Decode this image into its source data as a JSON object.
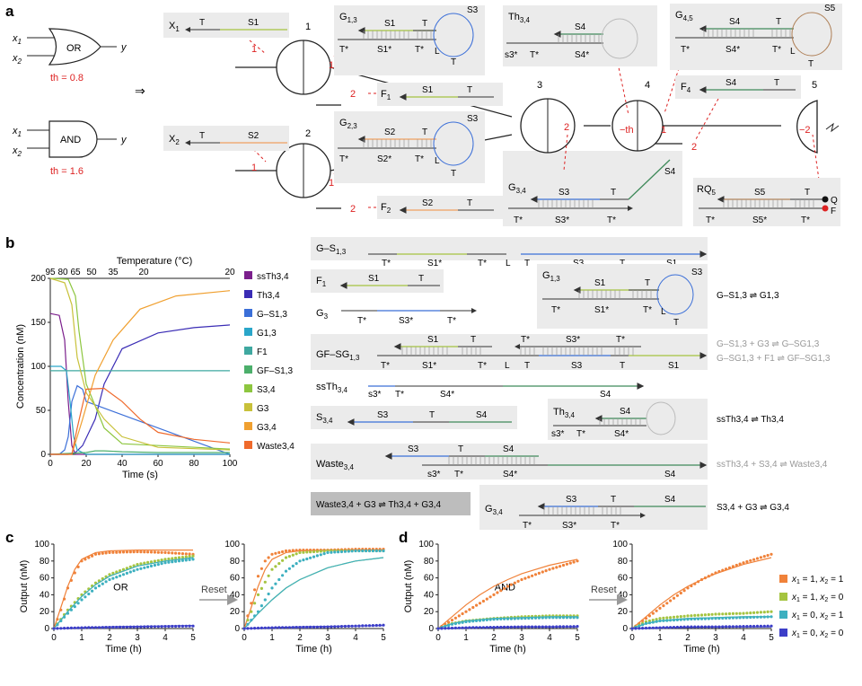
{
  "panels": {
    "a": "a",
    "b": "b",
    "c": "c",
    "d": "d"
  },
  "gates": {
    "x1": "x",
    "x1_sub": "1",
    "x2": "x",
    "x2_sub": "2",
    "y": "y",
    "or_label": "OR",
    "or_th": "th = 0.8",
    "and_label": "AND",
    "and_th": "th = 1.6",
    "arrow": "⇒"
  },
  "strands": {
    "X1": "X",
    "X1_sub": "1",
    "X2": "X",
    "X2_sub": "2",
    "F1": "F",
    "F1_sub": "1",
    "F2": "F",
    "F2_sub": "2",
    "F4": "F",
    "F4_sub": "4",
    "G13": "G",
    "G13_sub": "1,3",
    "G23": "G",
    "G23_sub": "2,3",
    "G45": "G",
    "G45_sub": "4,5",
    "Th34": "Th",
    "Th34_sub": "3,4",
    "G34": "G",
    "G34_sub": "3,4",
    "RQ5": "RQ",
    "RQ5_sub": "5",
    "T": "T",
    "Tstar": "T*",
    "L": "L",
    "s3star": "s3*",
    "S1": "S1",
    "S1star": "S1*",
    "S2": "S2",
    "S2star": "S2*",
    "S3": "S3",
    "S3star": "S3*",
    "S4": "S4",
    "S4star": "S4*",
    "S5": "S5",
    "S5star": "S5*",
    "Q": "Q",
    "F": "F"
  },
  "nodes": {
    "n1": "1",
    "n2": "2",
    "n3": "3",
    "n4": "4",
    "n5": "5",
    "w1": "1",
    "w2": "2",
    "wth": "−th",
    "w1b": "1",
    "w2b": "2",
    "wm2": "−2"
  },
  "panel_b_species": [
    {
      "label": "G–S",
      "sub": "1,3"
    },
    {
      "label": "F",
      "sub": "1"
    },
    {
      "label": "G",
      "sub": "3"
    },
    {
      "label": "G",
      "sub": "1,3"
    },
    {
      "label": "GF–SG",
      "sub": "1,3"
    },
    {
      "label": "ssTh",
      "sub": "3,4"
    },
    {
      "label": "S",
      "sub": "3,4"
    },
    {
      "label": "Th",
      "sub": "3,4"
    },
    {
      "label": "Waste",
      "sub": "3,4"
    },
    {
      "label": "G",
      "sub": "3,4"
    }
  ],
  "reactions": {
    "r1": "G–S1,3 ⇌ G1,3",
    "r2": "G–S1,3 + G3 ⇌ G–SG1,3",
    "r3": "G–SG1,3 + F1 ⇌ GF–SG1,3",
    "r4": "ssTh3,4 ⇌ Th3,4",
    "r5": "ssTh3,4 + S3,4 ⇌ Waste3,4",
    "r6": "S3,4 + G3 ⇌ G3,4",
    "r7": "Waste3,4 + G3 ⇌ Th3,4 + G3,4"
  },
  "chart_data": [
    {
      "type": "line",
      "id": "b",
      "title": "",
      "xlabel": "Time (s)",
      "ylabel": "Concentration (nM)",
      "top_axis_label": "Temperature (°C)",
      "top_ticks": [
        "95",
        "80",
        "65",
        "50",
        "35",
        "20",
        "20"
      ],
      "xlim": [
        0,
        100
      ],
      "ylim": [
        0,
        200
      ],
      "xticks": [
        0,
        20,
        40,
        60,
        80,
        100
      ],
      "yticks": [
        0,
        50,
        100,
        150,
        200
      ],
      "legend_position": "right",
      "series": [
        {
          "name": "ssTh3,4",
          "color": "#7b1f8c",
          "x": [
            0,
            5,
            8,
            10,
            12,
            14,
            100
          ],
          "y": [
            160,
            158,
            130,
            60,
            10,
            0,
            0
          ]
        },
        {
          "name": "Th3,4",
          "color": "#3a2cb5",
          "x": [
            0,
            10,
            14,
            18,
            25,
            30,
            40,
            60,
            80,
            100
          ],
          "y": [
            0,
            0,
            2,
            10,
            40,
            80,
            120,
            138,
            144,
            147
          ]
        },
        {
          "name": "G–S1,3",
          "color": "#3b6fd8",
          "x": [
            0,
            5,
            8,
            10,
            12,
            15,
            18,
            20,
            100
          ],
          "y": [
            0,
            0,
            5,
            20,
            60,
            78,
            74,
            60,
            0
          ]
        },
        {
          "name": "G1,3",
          "color": "#2aa6c9",
          "x": [
            0,
            6,
            9,
            11,
            13,
            15,
            20,
            100
          ],
          "y": [
            100,
            100,
            95,
            60,
            20,
            5,
            0,
            0
          ]
        },
        {
          "name": "F1",
          "color": "#3fa8a0",
          "x": [
            0,
            15,
            18,
            20,
            100
          ],
          "y": [
            95,
            95,
            95,
            95,
            95
          ]
        },
        {
          "name": "GF–S1,3",
          "color": "#4caf6b",
          "x": [
            0,
            20,
            25,
            30,
            40,
            60,
            100
          ],
          "y": [
            0,
            2,
            4,
            4,
            3,
            2,
            2
          ]
        },
        {
          "name": "S3,4",
          "color": "#8dc63f",
          "x": [
            0,
            10,
            14,
            16,
            20,
            30,
            40,
            100
          ],
          "y": [
            200,
            199,
            180,
            140,
            80,
            30,
            12,
            6
          ]
        },
        {
          "name": "G3",
          "color": "#c8c13a",
          "x": [
            0,
            8,
            12,
            15,
            20,
            30,
            40,
            60,
            100
          ],
          "y": [
            200,
            195,
            170,
            110,
            70,
            40,
            20,
            8,
            5
          ]
        },
        {
          "name": "G3,4",
          "color": "#f0a030",
          "x": [
            0,
            12,
            18,
            25,
            35,
            50,
            70,
            100
          ],
          "y": [
            0,
            0,
            40,
            90,
            130,
            165,
            180,
            186
          ]
        },
        {
          "name": "Waste3,4",
          "color": "#ef6a2c",
          "x": [
            0,
            12,
            15,
            20,
            30,
            40,
            50,
            60,
            80,
            100
          ],
          "y": [
            0,
            0,
            30,
            74,
            75,
            60,
            40,
            25,
            17,
            13
          ]
        }
      ]
    },
    {
      "type": "line",
      "id": "c-left",
      "title": "",
      "annotation": "OR",
      "xlabel": "Time (h)",
      "ylabel": "Output (nM)",
      "xlim": [
        0,
        5
      ],
      "ylim": [
        0,
        100
      ],
      "xticks": [
        0,
        1,
        2,
        3,
        4,
        5
      ],
      "yticks": [
        0,
        20,
        40,
        60,
        80,
        100
      ],
      "series": [
        {
          "name": "x1 = 1, x2 = 1",
          "color": "#f0823a",
          "x": [
            0,
            0.25,
            0.5,
            0.75,
            1,
            1.5,
            2,
            3,
            4,
            5
          ],
          "y": [
            0,
            25,
            50,
            70,
            82,
            90,
            92,
            93,
            93,
            93
          ],
          "data": [
            0,
            22,
            48,
            66,
            80,
            88,
            90,
            91,
            90,
            88
          ]
        },
        {
          "name": "x1 = 1, x2 = 0",
          "color": "#a5c440",
          "x": [
            0,
            0.5,
            1,
            1.5,
            2,
            3,
            4,
            5
          ],
          "y": [
            0,
            20,
            38,
            52,
            62,
            74,
            80,
            84
          ],
          "data": [
            0,
            22,
            40,
            54,
            64,
            76,
            82,
            86
          ]
        },
        {
          "name": "x1 = 0, x2 = 1",
          "color": "#3db0c0",
          "x": [
            0,
            0.5,
            1,
            1.5,
            2,
            3,
            4,
            5
          ],
          "y": [
            0,
            20,
            38,
            52,
            62,
            74,
            80,
            84
          ],
          "data": [
            0,
            18,
            34,
            48,
            58,
            70,
            78,
            82
          ]
        },
        {
          "name": "x1 = 0, x2 = 0",
          "color": "#3c3ec8",
          "x": [
            0,
            1,
            2,
            3,
            4,
            5
          ],
          "y": [
            0,
            1,
            2,
            2.5,
            3,
            3.5
          ],
          "data": [
            0,
            1,
            1.5,
            2,
            2.5,
            3
          ]
        }
      ]
    },
    {
      "type": "line",
      "id": "c-right",
      "title": "",
      "xlabel": "Time (h)",
      "ylabel": "",
      "xlim": [
        0,
        5
      ],
      "ylim": [
        0,
        100
      ],
      "xticks": [
        0,
        1,
        2,
        3,
        4,
        5
      ],
      "yticks": [
        0,
        20,
        40,
        60,
        80,
        100
      ],
      "series": [
        {
          "name": "x1 = 1, x2 = 1",
          "color": "#f0823a",
          "x": [
            0,
            0.25,
            0.5,
            0.75,
            1,
            1.5,
            2,
            3,
            4,
            5
          ],
          "y": [
            0,
            25,
            50,
            70,
            82,
            90,
            92,
            93,
            93,
            93
          ],
          "data": [
            0,
            30,
            62,
            80,
            88,
            92,
            93,
            93,
            94,
            94
          ]
        },
        {
          "name": "x1 = 1, x2 = 0",
          "color": "#a5c440",
          "x": [
            0,
            0.5,
            1,
            1.5,
            2,
            3,
            4,
            5
          ],
          "y": [
            0,
            18,
            34,
            48,
            58,
            72,
            80,
            84
          ],
          "data": [
            0,
            40,
            70,
            84,
            90,
            92,
            92,
            92
          ]
        },
        {
          "name": "x1 = 0, x2 = 1",
          "color": "#3db0c0",
          "x": [
            0,
            0.5,
            1,
            1.5,
            2,
            3,
            4,
            5
          ],
          "y": [
            0,
            18,
            34,
            48,
            58,
            72,
            80,
            84
          ],
          "data": [
            0,
            20,
            48,
            68,
            80,
            90,
            92,
            92
          ]
        },
        {
          "name": "x1 = 0, x2 = 0",
          "color": "#3c3ec8",
          "x": [
            0,
            1,
            2,
            3,
            4,
            5
          ],
          "y": [
            0,
            1,
            2,
            2.5,
            3,
            3.5
          ],
          "data": [
            0,
            1,
            1.5,
            2,
            3,
            4
          ]
        }
      ]
    },
    {
      "type": "line",
      "id": "d-left",
      "title": "",
      "annotation": "AND",
      "xlabel": "Time (h)",
      "ylabel": "Output (nM)",
      "xlim": [
        0,
        5
      ],
      "ylim": [
        0,
        100
      ],
      "xticks": [
        0,
        1,
        2,
        3,
        4,
        5
      ],
      "yticks": [
        0,
        20,
        40,
        60,
        80,
        100
      ],
      "series": [
        {
          "name": "x1 = 1, x2 = 1",
          "color": "#f0823a",
          "x": [
            0,
            0.5,
            1,
            1.5,
            2,
            2.5,
            3,
            4,
            5
          ],
          "y": [
            0,
            14,
            28,
            40,
            50,
            58,
            65,
            75,
            82
          ],
          "data": [
            0,
            10,
            20,
            30,
            40,
            50,
            58,
            70,
            80
          ]
        },
        {
          "name": "x1 = 1, x2 = 0",
          "color": "#a5c440",
          "x": [
            0,
            0.5,
            1,
            2,
            3,
            4,
            5
          ],
          "y": [
            0,
            6,
            9,
            12,
            13,
            14,
            14
          ],
          "data": [
            0,
            6,
            9,
            12,
            14,
            15,
            15
          ]
        },
        {
          "name": "x1 = 0, x2 = 1",
          "color": "#3db0c0",
          "x": [
            0,
            0.5,
            1,
            2,
            3,
            4,
            5
          ],
          "y": [
            0,
            6,
            9,
            12,
            13,
            14,
            14
          ],
          "data": [
            0,
            5,
            8,
            11,
            12,
            13,
            13
          ]
        },
        {
          "name": "x1 = 0, x2 = 0",
          "color": "#3c3ec8",
          "x": [
            0,
            1,
            2,
            3,
            4,
            5
          ],
          "y": [
            0,
            1,
            1.5,
            2,
            2,
            2
          ],
          "data": [
            0,
            1,
            1.5,
            2,
            2,
            2.5
          ]
        }
      ]
    },
    {
      "type": "line",
      "id": "d-right",
      "title": "",
      "xlabel": "Time (h)",
      "ylabel": "",
      "xlim": [
        0,
        5
      ],
      "ylim": [
        0,
        100
      ],
      "xticks": [
        0,
        1,
        2,
        3,
        4,
        5
      ],
      "yticks": [
        0,
        20,
        40,
        60,
        80,
        100
      ],
      "series": [
        {
          "name": "x1 = 1, x2 = 1",
          "color": "#f0823a",
          "x": [
            0,
            0.5,
            1,
            1.5,
            2,
            2.5,
            3,
            4,
            5
          ],
          "y": [
            0,
            14,
            28,
            40,
            50,
            58,
            65,
            76,
            84
          ],
          "data": [
            0,
            12,
            24,
            36,
            48,
            58,
            66,
            78,
            88
          ]
        },
        {
          "name": "x1 = 1, x2 = 0",
          "color": "#a5c440",
          "x": [
            0,
            0.5,
            1,
            2,
            3,
            4,
            5
          ],
          "y": [
            0,
            6,
            9,
            12,
            13,
            14,
            14
          ],
          "data": [
            0,
            8,
            12,
            15,
            17,
            18,
            20
          ]
        },
        {
          "name": "x1 = 0, x2 = 1",
          "color": "#3db0c0",
          "x": [
            0,
            0.5,
            1,
            2,
            3,
            4,
            5
          ],
          "y": [
            0,
            6,
            9,
            12,
            13,
            14,
            14
          ],
          "data": [
            0,
            6,
            9,
            11,
            12,
            13,
            14
          ]
        },
        {
          "name": "x1 = 0, x2 = 0",
          "color": "#3c3ec8",
          "x": [
            0,
            1,
            2,
            3,
            4,
            5
          ],
          "y": [
            0,
            1,
            1.5,
            2,
            2,
            2
          ],
          "data": [
            0,
            1,
            2,
            2,
            2.5,
            3
          ]
        }
      ]
    }
  ],
  "legend_d": [
    {
      "label": "x",
      "s1": "1",
      "mid": " = 1, ",
      "l2": "x",
      "s2": "2",
      "end": " = 1",
      "color": "#f0823a"
    },
    {
      "label": "x",
      "s1": "1",
      "mid": " = 1, ",
      "l2": "x",
      "s2": "2",
      "end": " = 0",
      "color": "#a5c440"
    },
    {
      "label": "x",
      "s1": "1",
      "mid": " = 0, ",
      "l2": "x",
      "s2": "2",
      "end": " = 1",
      "color": "#3db0c0"
    },
    {
      "label": "x",
      "s1": "1",
      "mid": " = 0, ",
      "l2": "x",
      "s2": "2",
      "end": " = 0",
      "color": "#3c3ec8"
    }
  ],
  "reset_label": "Reset"
}
